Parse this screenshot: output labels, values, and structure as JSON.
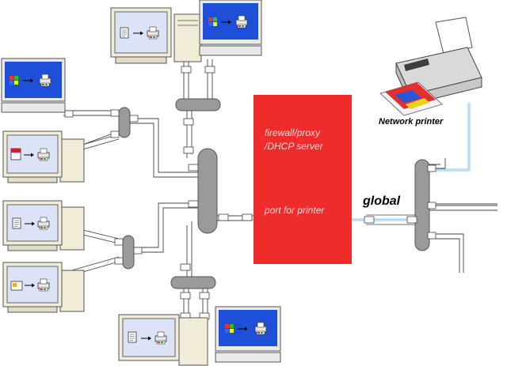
{
  "firewall": {
    "line1": "firewall/proxy",
    "line2": "/DHCP server",
    "port_label": "port for printer",
    "color": "#ef2b2b"
  },
  "global_label": "global",
  "printer_label": "Network printer",
  "colors": {
    "hub": "#9a9a9a",
    "hub_border": "#555555",
    "cable": "#444444",
    "printer_cable": "#8ec8ec",
    "win_screen_blue": "#1e4fd8",
    "beige": "#f0ecd8",
    "pale_screen": "#dde3f6"
  },
  "computers": [
    {
      "id": "pc-top-beige",
      "icon": "document-to-printer-icon"
    },
    {
      "id": "pc-top-blue",
      "icon": "windows-to-printer-icon"
    },
    {
      "id": "pc-left-1",
      "icon": "windows-to-printer-icon"
    },
    {
      "id": "pc-left-2",
      "icon": "pdf-to-printer-icon"
    },
    {
      "id": "pc-left-3",
      "icon": "document-to-printer-icon"
    },
    {
      "id": "pc-left-4",
      "icon": "image-to-printer-icon"
    },
    {
      "id": "pc-bottom-beige",
      "icon": "document-to-printer-icon"
    },
    {
      "id": "pc-bottom-blue",
      "icon": "windows-to-printer-icon"
    }
  ]
}
